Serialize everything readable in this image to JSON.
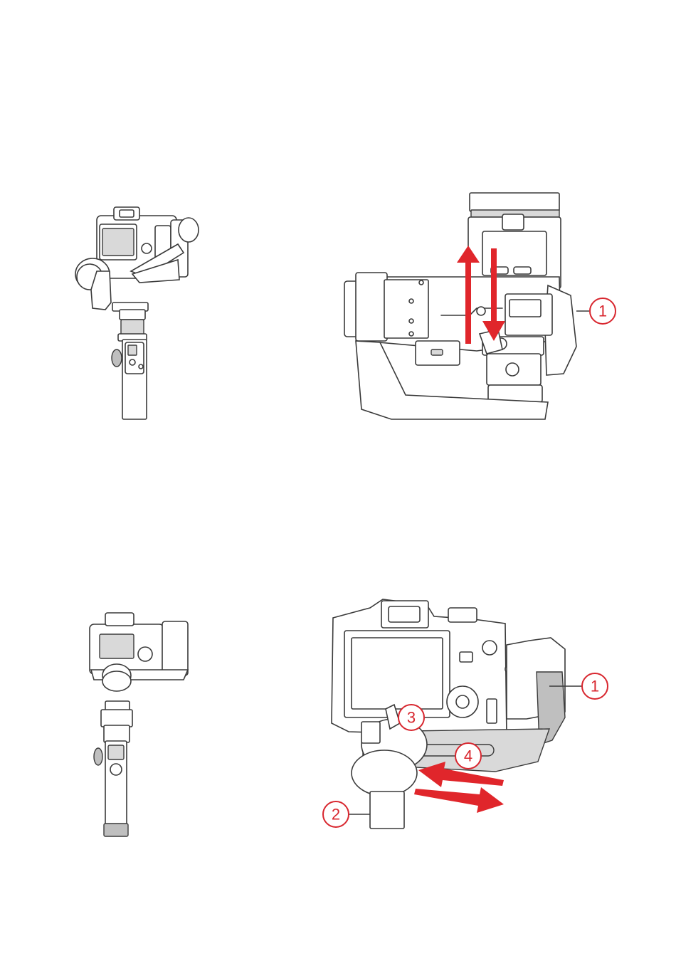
{
  "figures": [
    {
      "name": "step-1-overview",
      "callouts": []
    },
    {
      "name": "step-1-detail",
      "callouts": [
        {
          "label": "1"
        }
      ]
    },
    {
      "name": "step-2-overview",
      "callouts": []
    },
    {
      "name": "step-2-detail",
      "callouts": [
        {
          "label": "1"
        },
        {
          "label": "2"
        },
        {
          "label": "3"
        },
        {
          "label": "4"
        }
      ]
    }
  ],
  "colors": {
    "accent": "#d8262e",
    "line": "#3a3a3a"
  }
}
